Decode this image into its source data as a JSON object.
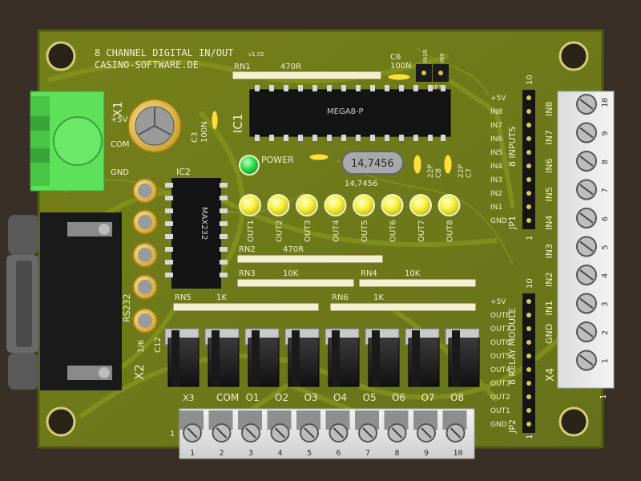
{
  "board": {
    "title_line1": "8 CHANNEL DIGITAL IN/OUT",
    "version": "v1.02",
    "title_line2": "CASINO-SOFTWARE.DE",
    "power_label": "POWER",
    "colors": {
      "board": "#6f7b16",
      "board_edge": "#5a6610",
      "trace": "#7f8c1a",
      "led": "#f6f23a",
      "led_green": "#2ee04b",
      "connector_green": "#5ee05a",
      "pads": "#d9c24a"
    }
  },
  "components": {
    "rn1": "RN1",
    "rn1_value": "470R",
    "c6": "C6",
    "c6_value": "100N",
    "jumpers_top": [
      "IN18",
      "IN9",
      "JP3"
    ],
    "ic1": "IC1",
    "ic1_chip": "MEGA8-P",
    "x1": "X1",
    "x1_labels": [
      "+5V",
      "COM",
      "GND"
    ],
    "c3": "C3",
    "c3_value": "100N",
    "ic2": "IC2",
    "ic2_chip": "MAX232",
    "crystal": "14,7456",
    "crystal_label": "14,7456",
    "c8": "C8",
    "c8_value": "22P",
    "c7": "C7",
    "c7_value": "22P",
    "rn2": "RN2",
    "rn2_value": "470R",
    "rn3": "RN3",
    "rn3_value": "10K",
    "rn4": "RN4",
    "rn4_value": "10K",
    "rn5": "RN5",
    "rn5_value": "1K",
    "rn6": "RN6",
    "rn6_value": "1K",
    "rs232": "RS232",
    "x2": "X2",
    "cap_bank": "1/6",
    "c12": "C12",
    "x3": "X3",
    "x4": "X4"
  },
  "leds": [
    "OUT1",
    "OUT2",
    "OUT3",
    "OUT4",
    "OUT5",
    "OUT6",
    "OUT7",
    "OUT8"
  ],
  "jp1": {
    "name": "JP1",
    "title": "8 INPUTS",
    "pin10": "10",
    "pin1": "1",
    "pins": [
      "+5V",
      "IN8",
      "IN7",
      "IN6",
      "IN5",
      "IN4",
      "IN3",
      "IN2",
      "IN1",
      "GND"
    ]
  },
  "jp2": {
    "name": "JP2",
    "title": "8 RELAY MODULE",
    "pin10": "10",
    "pin1": "1",
    "pins": [
      "+5V",
      "OUT8",
      "OUT7",
      "OUT6",
      "OUT5",
      "OUT4",
      "OUT3",
      "OUT2",
      "OUT1",
      "GND"
    ]
  },
  "x3_terminal": {
    "labels": [
      "COM",
      "O1",
      "O2",
      "O3",
      "O4",
      "O5",
      "O6",
      "O7",
      "O8"
    ],
    "numbers": [
      "1",
      "2",
      "3",
      "4",
      "5",
      "6",
      "7",
      "8",
      "9",
      "10"
    ],
    "pin1": "1"
  },
  "x4_terminal": {
    "labels": [
      "IN8",
      "IN7",
      "IN6",
      "IN5",
      "IN4",
      "IN3",
      "IN2",
      "IN1",
      "GND"
    ],
    "numbers": [
      "10",
      "9",
      "8",
      "7",
      "6",
      "5",
      "4",
      "3",
      "2",
      "1"
    ],
    "pin1": "1"
  }
}
